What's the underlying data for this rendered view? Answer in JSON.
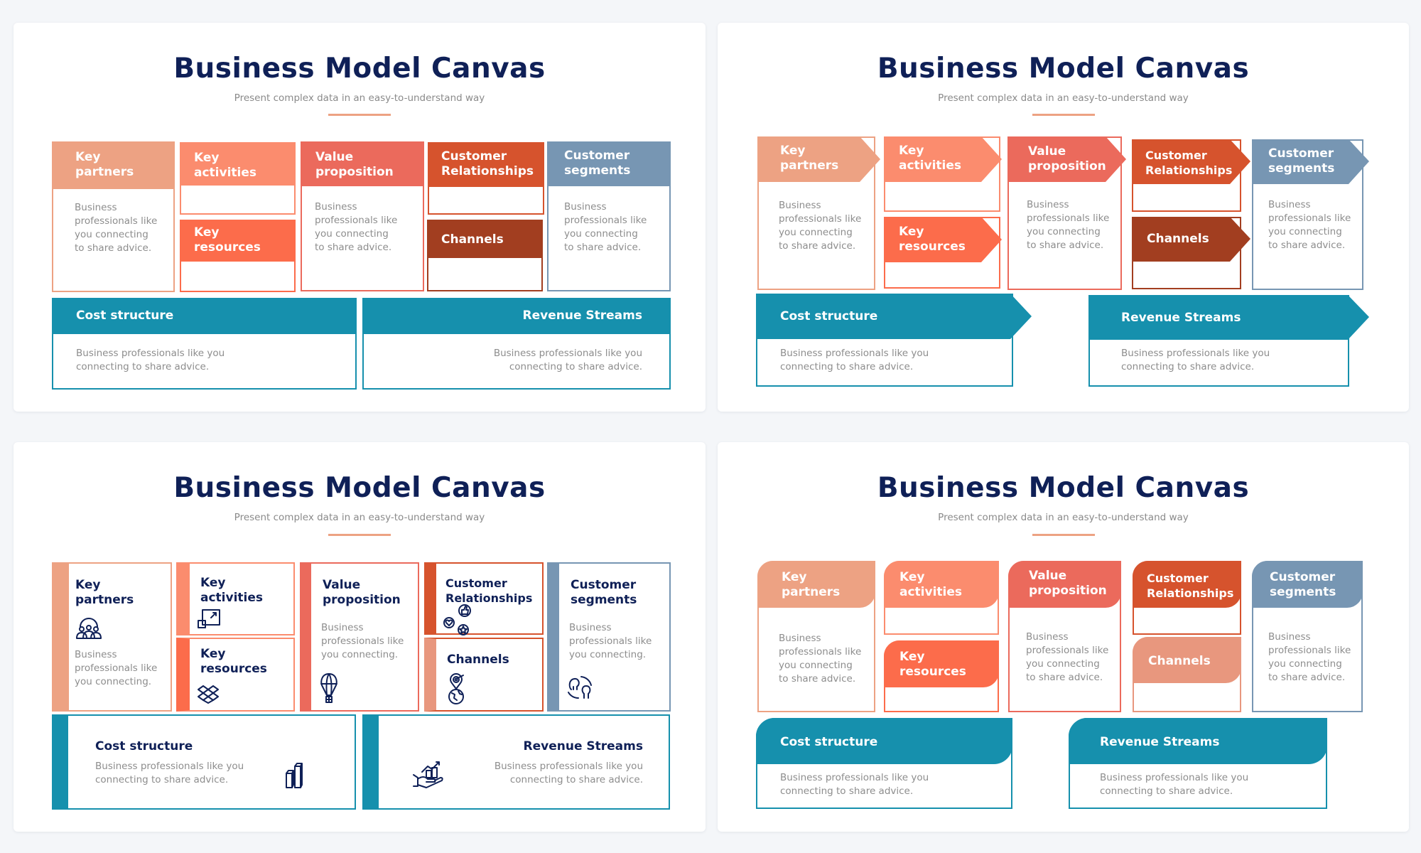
{
  "colors": {
    "title": "#0f2057",
    "key_partners": "#eda283",
    "key_activities": "#fb8c6e",
    "key_resources": "#fc6c4b",
    "value_proposition": "#eb6a5c",
    "customer_relationships": "#d6532d",
    "channels": "#a23e20",
    "channels_alt": "#e8977e",
    "customer_segments": "#7796b3",
    "teal": "#1690ad",
    "divider": "#eda283"
  },
  "slides": [
    {
      "style": "header-blocks",
      "title": "Business Model Canvas",
      "subtitle": "Present complex data in an easy-to-understand way",
      "blocks": {
        "key_partners": {
          "label_line1": "Key",
          "label_line2": "partners",
          "desc": [
            "Business",
            "professionals like",
            "you connecting",
            "to share advice."
          ]
        },
        "key_activities": {
          "label_line1": "Key",
          "label_line2": "activities"
        },
        "key_resources": {
          "label_line1": "Key",
          "label_line2": "resources"
        },
        "value_proposition": {
          "label_line1": "Value",
          "label_line2": "proposition",
          "desc": [
            "Business",
            "professionals like",
            "you connecting",
            "to share advice."
          ]
        },
        "customer_relationships": {
          "label_line1": "Customer",
          "label_line2": "Relationships"
        },
        "channels": {
          "label": "Channels"
        },
        "customer_segments": {
          "label_line1": "Customer",
          "label_line2": "segments",
          "desc": [
            "Business",
            "professionals like",
            "you connecting",
            "to share advice."
          ]
        },
        "cost_structure": {
          "label": "Cost structure",
          "desc": [
            "Business professionals like you",
            "connecting to share advice."
          ]
        },
        "revenue_streams": {
          "label": "Revenue Streams",
          "desc": [
            "Business professionals like you",
            "connecting to share advice."
          ]
        }
      }
    },
    {
      "style": "arrow-blocks",
      "title": "Business Model Canvas",
      "subtitle": "Present complex data in an easy-to-understand way",
      "blocks": {
        "key_partners": {
          "label_line1": "Key",
          "label_line2": "partners",
          "desc": [
            "Business",
            "professionals like",
            "you connecting",
            "to share advice."
          ]
        },
        "key_activities": {
          "label_line1": "Key",
          "label_line2": "activities"
        },
        "key_resources": {
          "label_line1": "Key",
          "label_line2": "resources"
        },
        "value_proposition": {
          "label_line1": "Value",
          "label_line2": "proposition",
          "desc": [
            "Business",
            "professionals like",
            "you connecting",
            "to share advice."
          ]
        },
        "customer_relationships": {
          "label_line1": "Customer",
          "label_line2": "Relationships"
        },
        "channels": {
          "label": "Channels"
        },
        "customer_segments": {
          "label_line1": "Customer",
          "label_line2": "segments",
          "desc": [
            "Business",
            "professionals like",
            "you connecting",
            "to share advice."
          ]
        },
        "cost_structure": {
          "label": "Cost structure",
          "desc": [
            "Business professionals like you",
            "connecting to share advice."
          ]
        },
        "revenue_streams": {
          "label": "Revenue Streams",
          "desc": [
            "Business professionals like you",
            "connecting to share advice."
          ]
        }
      }
    },
    {
      "style": "icon-blocks",
      "title": "Business Model Canvas",
      "subtitle": "Present complex data in an easy-to-understand way",
      "blocks": {
        "key_partners": {
          "label_line1": "Key",
          "label_line2": "partners",
          "icon": "people-group-icon",
          "desc": [
            "Business",
            "professionals like",
            "you connecting."
          ]
        },
        "key_activities": {
          "label_line1": "Key",
          "label_line2": "activities",
          "icon": "expand-icon"
        },
        "key_resources": {
          "label_line1": "Key",
          "label_line2": "resources",
          "icon": "dropbox-icon"
        },
        "value_proposition": {
          "label_line1": "Value",
          "label_line2": "proposition",
          "icon": "hot-air-balloon-icon",
          "desc": [
            "Business",
            "professionals like",
            "you connecting."
          ]
        },
        "customer_relationships": {
          "label_line1": "Customer",
          "label_line2": "Relationships",
          "icon": "feedback-icons"
        },
        "channels": {
          "label": "Channels",
          "icon": "globe-target-pin-icon"
        },
        "customer_segments": {
          "label_line1": "Customer",
          "label_line2": "segments",
          "icon": "people-heads-icon",
          "desc": [
            "Business",
            "professionals like",
            "you connecting."
          ]
        },
        "cost_structure": {
          "label": "Cost structure",
          "icon": "bar-chart-icon",
          "desc": [
            "Business professionals like you",
            "connecting to share advice."
          ]
        },
        "revenue_streams": {
          "label": "Revenue Streams",
          "icon": "hand-coins-growth-icon",
          "desc": [
            "Business professionals like you",
            "connecting to share advice."
          ]
        }
      }
    },
    {
      "style": "rounded-tab-blocks",
      "title": "Business Model Canvas",
      "subtitle": "Present complex data in an easy-to-understand way",
      "blocks": {
        "key_partners": {
          "label_line1": "Key",
          "label_line2": "partners",
          "desc": [
            "Business",
            "professionals like",
            "you connecting",
            "to share advice."
          ]
        },
        "key_activities": {
          "label_line1": "Key",
          "label_line2": "activities"
        },
        "key_resources": {
          "label_line1": "Key",
          "label_line2": "resources"
        },
        "value_proposition": {
          "label_line1": "Value",
          "label_line2": "proposition",
          "desc": [
            "Business",
            "professionals like",
            "you connecting",
            "to share advice."
          ]
        },
        "customer_relationships": {
          "label_line1": "Customer",
          "label_line2": "Relationships"
        },
        "channels": {
          "label": "Channels"
        },
        "customer_segments": {
          "label_line1": "Customer",
          "label_line2": "segments",
          "desc": [
            "Business",
            "professionals like",
            "you connecting",
            "to share advice."
          ]
        },
        "cost_structure": {
          "label": "Cost structure",
          "desc": [
            "Business professionals like you",
            "connecting to share advice."
          ]
        },
        "revenue_streams": {
          "label": "Revenue Streams",
          "desc": [
            "Business professionals like you",
            "connecting to share advice."
          ]
        }
      }
    }
  ]
}
